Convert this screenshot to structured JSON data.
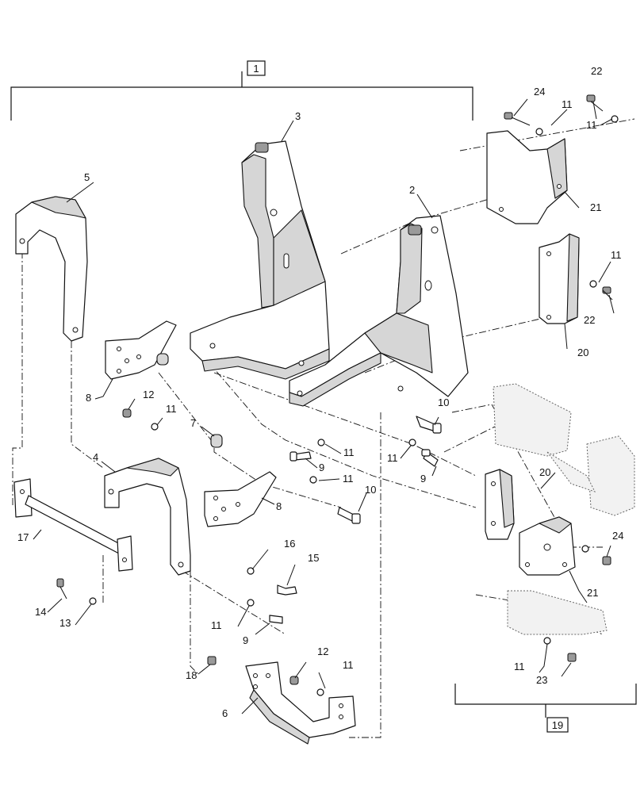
{
  "diagram": {
    "type": "exploded parts diagram",
    "assembly_refs": [
      {
        "id": "ref-1",
        "label": "1"
      },
      {
        "id": "ref-19",
        "label": "19"
      }
    ],
    "callouts": [
      {
        "id": "c-2",
        "label": "2",
        "part": "right main bracket"
      },
      {
        "id": "c-3",
        "label": "3",
        "part": "left main bracket"
      },
      {
        "id": "c-4",
        "label": "4",
        "part": "lower support arm"
      },
      {
        "id": "c-5",
        "label": "5",
        "part": "upper support arm"
      },
      {
        "id": "c-6",
        "label": "6",
        "part": "bottom cradle"
      },
      {
        "id": "c-7",
        "label": "7",
        "part": "spacer"
      },
      {
        "id": "c-8a",
        "label": "8",
        "part": "mounting plate upper"
      },
      {
        "id": "c-8b",
        "label": "8",
        "part": "mounting plate lower"
      },
      {
        "id": "c-9a",
        "label": "9",
        "part": "bolt"
      },
      {
        "id": "c-9b",
        "label": "9",
        "part": "bolt"
      },
      {
        "id": "c-9c",
        "label": "9",
        "part": "bolt"
      },
      {
        "id": "c-10a",
        "label": "10",
        "part": "bolt"
      },
      {
        "id": "c-10b",
        "label": "10",
        "part": "bolt"
      },
      {
        "id": "c-11a",
        "label": "11",
        "part": "washer"
      },
      {
        "id": "c-11b",
        "label": "11",
        "part": "washer"
      },
      {
        "id": "c-11c",
        "label": "11",
        "part": "washer"
      },
      {
        "id": "c-11d",
        "label": "11",
        "part": "washer"
      },
      {
        "id": "c-11e",
        "label": "11",
        "part": "washer"
      },
      {
        "id": "c-11f",
        "label": "11",
        "part": "washer"
      },
      {
        "id": "c-11g",
        "label": "11",
        "part": "washer"
      },
      {
        "id": "c-11h",
        "label": "11",
        "part": "washer"
      },
      {
        "id": "c-11i",
        "label": "11",
        "part": "washer"
      },
      {
        "id": "c-11j",
        "label": "11",
        "part": "washer"
      },
      {
        "id": "c-12a",
        "label": "12",
        "part": "nut"
      },
      {
        "id": "c-12b",
        "label": "12",
        "part": "nut"
      },
      {
        "id": "c-13",
        "label": "13",
        "part": "washer"
      },
      {
        "id": "c-14",
        "label": "14",
        "part": "bolt"
      },
      {
        "id": "c-15",
        "label": "15",
        "part": "pin"
      },
      {
        "id": "c-16",
        "label": "16",
        "part": "washer"
      },
      {
        "id": "c-17",
        "label": "17",
        "part": "cross tube"
      },
      {
        "id": "c-18",
        "label": "18",
        "part": "bolt"
      },
      {
        "id": "c-20a",
        "label": "20",
        "part": "adapter plate"
      },
      {
        "id": "c-20b",
        "label": "20",
        "part": "adapter plate"
      },
      {
        "id": "c-21a",
        "label": "21",
        "part": "cover bracket"
      },
      {
        "id": "c-21b",
        "label": "21",
        "part": "cover bracket"
      },
      {
        "id": "c-22a",
        "label": "22",
        "part": "bolt"
      },
      {
        "id": "c-22b",
        "label": "22",
        "part": "bolt"
      },
      {
        "id": "c-23",
        "label": "23",
        "part": "bolt"
      },
      {
        "id": "c-24a",
        "label": "24",
        "part": "bolt"
      },
      {
        "id": "c-24b",
        "label": "24",
        "part": "bolt"
      }
    ]
  }
}
